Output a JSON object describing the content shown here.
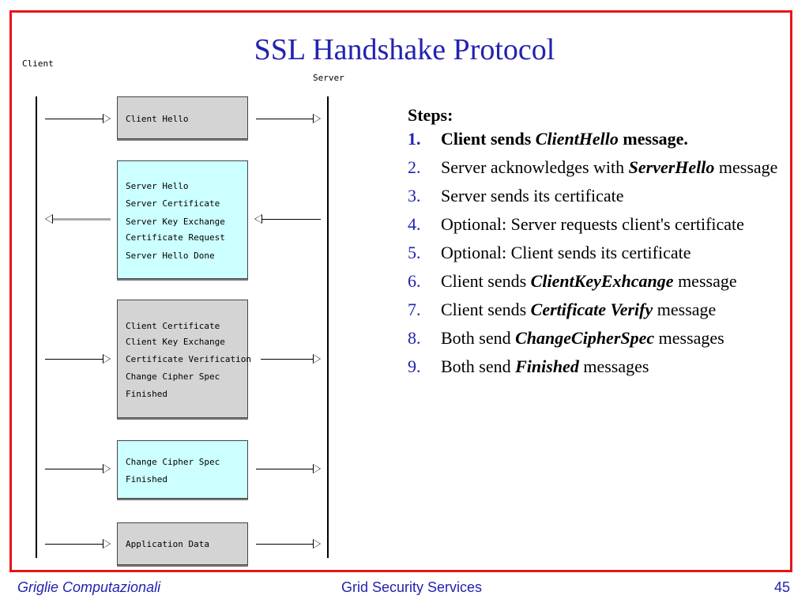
{
  "slide": {
    "title": "SSL Handshake Protocol"
  },
  "diagram": {
    "client_label": "Client",
    "server_label": "Server",
    "boxes": [
      {
        "lines": [
          "Client Hello"
        ]
      },
      {
        "lines": [
          "Server Hello",
          "Server Certificate",
          "Server Key Exchange",
          "Certificate Request",
          "Server Hello Done"
        ]
      },
      {
        "lines": [
          "Client Certificate",
          "Client Key Exchange",
          "Certificate Verification",
          "Change Cipher Spec",
          "Finished"
        ]
      },
      {
        "lines": [
          "Change Cipher Spec",
          "Finished"
        ]
      },
      {
        "lines": [
          "Application Data"
        ]
      }
    ],
    "colors": {
      "gray_box": "#d4d4d4",
      "cyan_box": "#ccffff"
    }
  },
  "steps": {
    "heading": "Steps:",
    "items": [
      {
        "num": "1.",
        "a": "Client sends ",
        "b": "ClientHello",
        "c": " message.",
        "d": ""
      },
      {
        "num": "2.",
        "a": "Server acknowledges with ",
        "b": "ServerHello",
        "c": " message",
        "d": ""
      },
      {
        "num": "3.",
        "a": "Server sends its certificate",
        "b": "",
        "c": "",
        "d": ""
      },
      {
        "num": "4.",
        "a": "Optional: Server requests client's certificate",
        "b": "",
        "c": "",
        "d": ""
      },
      {
        "num": "5.",
        "a": "Optional: Client sends its certificate",
        "b": "",
        "c": "",
        "d": ""
      },
      {
        "num": "6.",
        "a": "Client sends ",
        "b": "ClientKeyExhcange",
        "c": " message",
        "d": ""
      },
      {
        "num": "7.",
        "a": "Client sends ",
        "b": "Certificate Verify",
        "c": " message",
        "d": ""
      },
      {
        "num": "8.",
        "a": "Both send ",
        "b": "ChangeCipherSpec",
        "c": " messages",
        "d": ""
      },
      {
        "num": "9.",
        "a": "Both send ",
        "b": "Finished",
        "c": " messages",
        "d": ""
      }
    ]
  },
  "footer": {
    "left": "Griglie Computazionali",
    "center": "Grid Security Services",
    "page": "45"
  },
  "colors": {
    "accent": "#2222b0",
    "frame": "#e8141b"
  }
}
